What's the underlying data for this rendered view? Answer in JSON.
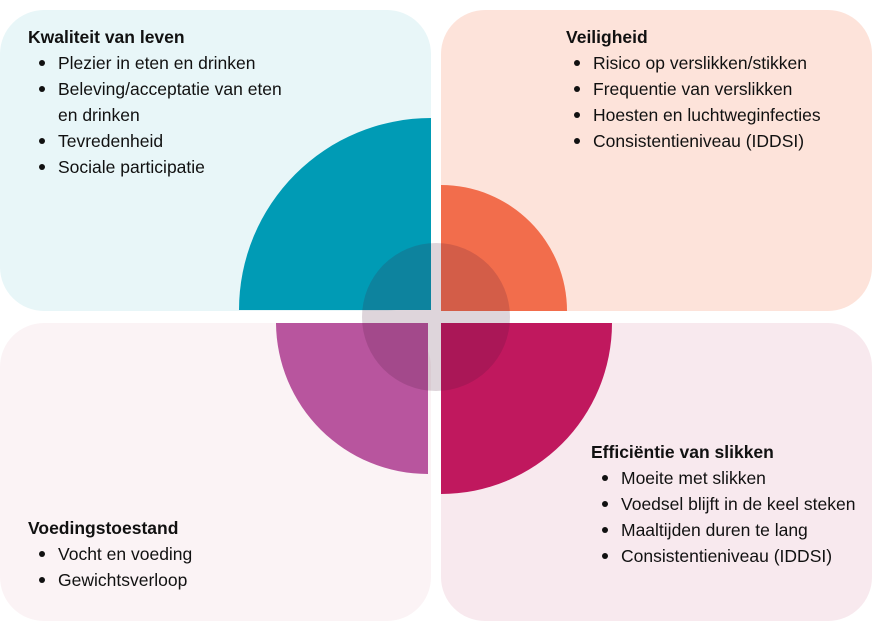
{
  "colors": {
    "teal": "#009bb5",
    "coral": "#f26d4c",
    "purple": "#b8559e",
    "crimson": "#c0185e"
  },
  "quadrants": {
    "top_left": {
      "title": "Kwaliteit van leven",
      "items": [
        "Plezier in eten en drinken",
        "Beleving/acceptatie van eten en drinken",
        "Tevredenheid",
        "Sociale participatie"
      ]
    },
    "top_right": {
      "title": "Veiligheid",
      "items": [
        "Risico op verslikken/stikken",
        "Frequentie van verslikken",
        "Hoesten en luchtweginfecties",
        "Consistentieniveau (IDDSI)"
      ]
    },
    "bottom_left": {
      "title": "Voedingstoestand",
      "items": [
        "Vocht en voeding",
        "Gewichtsverloop"
      ]
    },
    "bottom_right": {
      "title": "Efficiëntie van slikken",
      "items": [
        "Moeite met slikken",
        "Voedsel blijft in de keel steken",
        "Maaltijden duren te lang",
        "Consistentieniveau (IDDSI)"
      ]
    }
  }
}
